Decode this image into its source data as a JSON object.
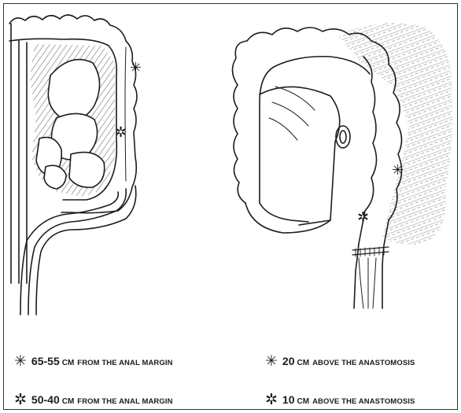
{
  "legend": {
    "left": [
      {
        "symbol": "✳",
        "value": "65-55",
        "unit": "CM",
        "description": "FROM THE ANAL MARGIN",
        "icon": "asterisk-icon"
      },
      {
        "symbol": "✲",
        "value": "50-40",
        "unit": "CM",
        "description": "FROM THE ANAL MARGIN",
        "icon": "asterisk-outline-icon"
      }
    ],
    "right": [
      {
        "symbol": "✳",
        "value": "20",
        "unit": "CM",
        "description": "ABOVE THE ANASTOMOSIS",
        "icon": "asterisk-icon"
      },
      {
        "symbol": "✲",
        "value": "10",
        "unit": "CM",
        "description": "ABOVE THE ANASTOMOSIS",
        "icon": "asterisk-outline-icon"
      }
    ]
  },
  "diagram": {
    "left_markers": [
      "✳",
      "✲"
    ],
    "right_markers": [
      "✳",
      "✲"
    ]
  },
  "colors": {
    "ink": "#1c1c1c",
    "background": "#ffffff"
  }
}
